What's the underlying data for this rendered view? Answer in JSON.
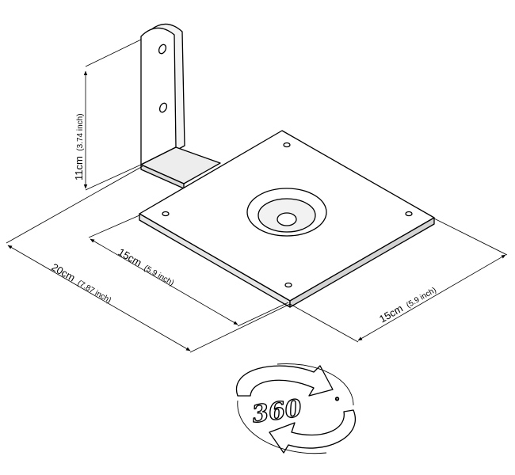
{
  "dimensions": {
    "height": {
      "value": "11cm",
      "imperial": "(3.74 inch)"
    },
    "depth": {
      "value": "20cm",
      "imperial": "(7.87 inch)"
    },
    "plate_left": {
      "value": "15cm",
      "imperial": "(5.9 inch)"
    },
    "plate_right": {
      "value": "15cm",
      "imperial": "(5.9 inch)"
    }
  },
  "rotation_badge": {
    "label": "360",
    "degree": "°"
  }
}
